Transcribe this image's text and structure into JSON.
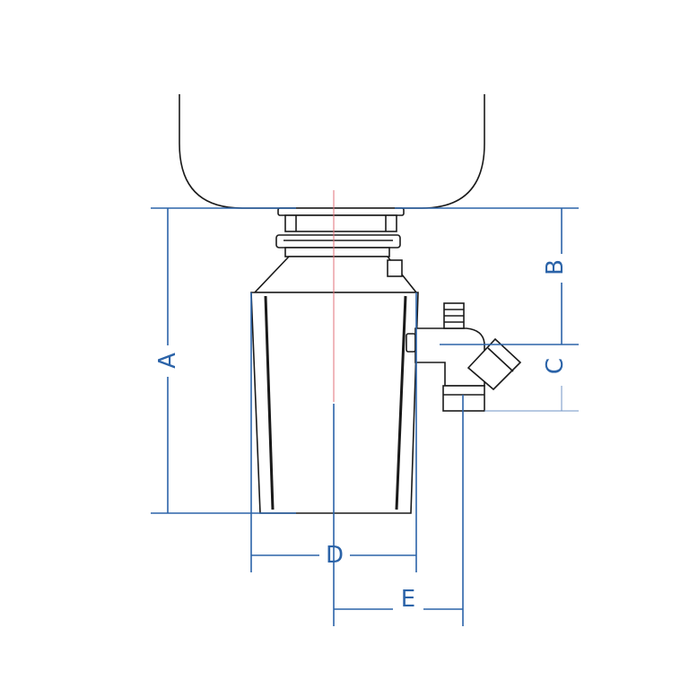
{
  "labels": {
    "a": "A",
    "b": "B",
    "c": "C",
    "d": "D",
    "e": "E"
  },
  "colors": {
    "dimension": "#2b63a8",
    "outline": "#1a1a1a",
    "centerline": "#e0707a"
  }
}
